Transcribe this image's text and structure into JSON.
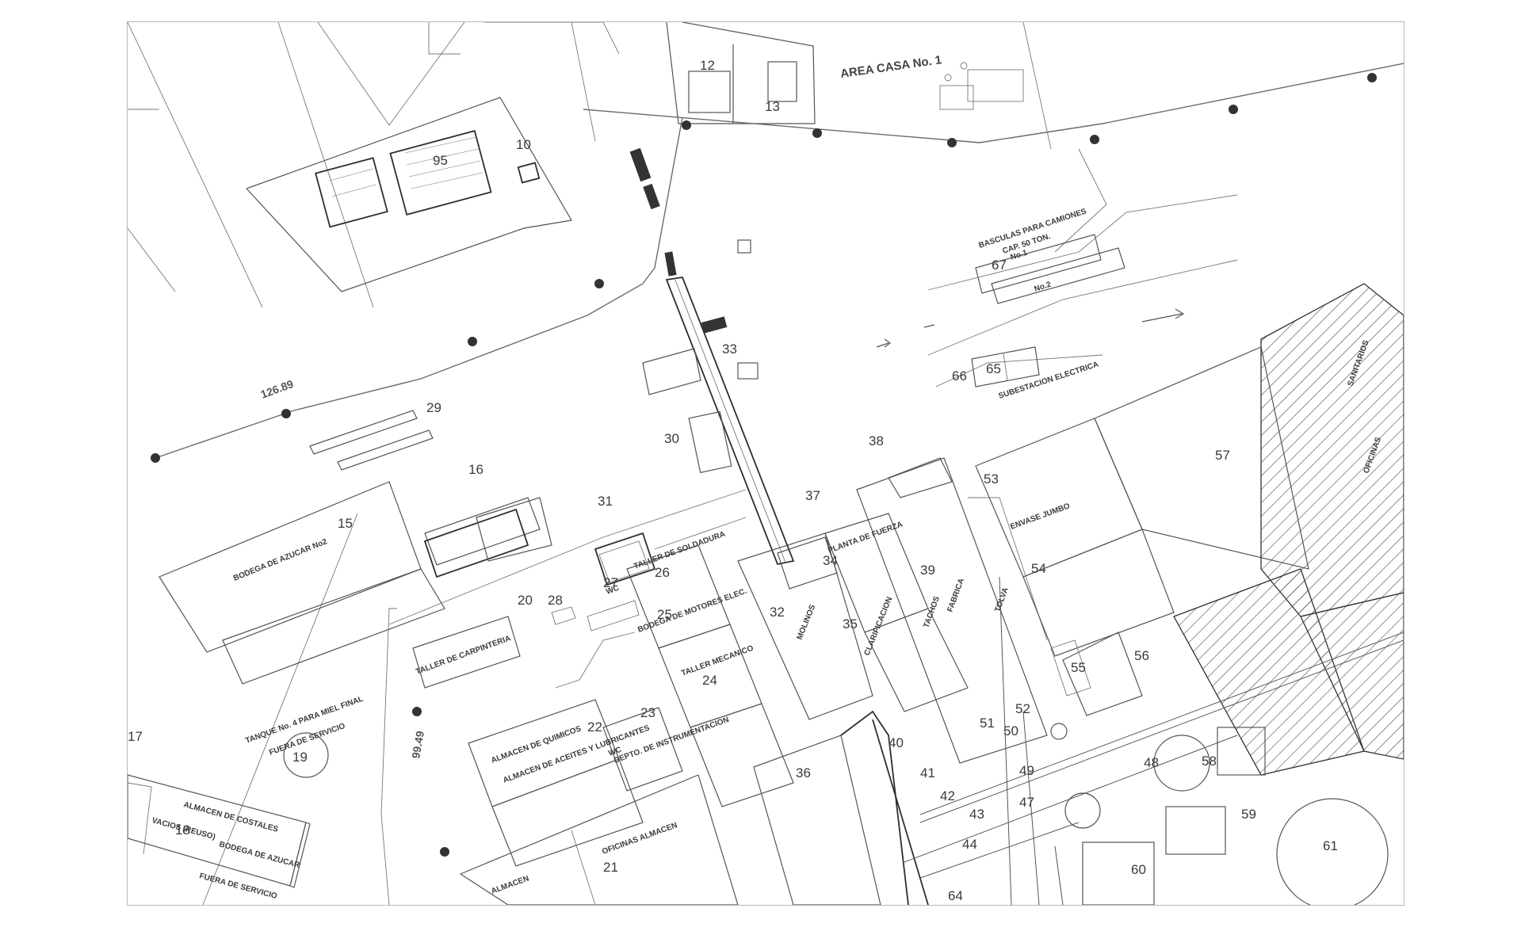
{
  "drawing": {
    "labels": {
      "area_casa": "AREA CASA No. 1",
      "basculas": "BASCULAS PARA CAMIONES",
      "cap": "CAP. 50 TON.",
      "no1": "No.1",
      "no2": "No.2",
      "subestacion": "SUBESTACION ELECTRICA",
      "bodega_azucar_2": "BODEGA DE AZUCAR No2",
      "bodega_azucar": "BODEGA DE AZUCAR",
      "taller_carpinteria": "TALLER DE CARPINTERIA",
      "taller_soldadura": "TALLER DE SOLDADURA",
      "bodega_motores": "BODEGA DE MOTORES ELEC.",
      "taller_mecanico": "TALLER MECANICO",
      "molinos": "MOLINOS",
      "planta_fuerza": "PLANTA DE FUERZA",
      "clarificacion": "CLARIFICACION",
      "fabrica": "FABRICA",
      "tachos": "TACHOS",
      "envase_jumbo": "ENVASE JUMBO",
      "almacen_quimicos": "ALMACEN DE QUIMICOS",
      "almacen_aceites": "ALMACEN DE ACEITES Y LUBRICANTES",
      "depto_instrumentacion": "DEPTO. DE INSTRUMENTACION",
      "tanque_4": "TANQUE No. 4 PARA MIEL FINAL",
      "fuera_servicio": "FUERA DE SERVICIO",
      "almacen_costales": "ALMACEN DE COSTALES",
      "vacios": "VACIOS (REUSO)",
      "oficinas_almacen": "OFICINAS ALMACEN",
      "almacen": "ALMACEN",
      "sanitarios": "SANITARIOS",
      "oficinas": "OFICINAS",
      "wc": "WC",
      "dim_126": "126.89",
      "dim_99": "99.49",
      "tolva": "TOLVA"
    },
    "numbers": [
      "10",
      "12",
      "13",
      "15",
      "16",
      "17",
      "18",
      "19",
      "20",
      "21",
      "22",
      "23",
      "24",
      "25",
      "26",
      "27",
      "28",
      "29",
      "30",
      "31",
      "32",
      "33",
      "34",
      "35",
      "36",
      "37",
      "38",
      "39",
      "40",
      "41",
      "42",
      "43",
      "44",
      "47",
      "48",
      "49",
      "50",
      "51",
      "52",
      "53",
      "54",
      "55",
      "56",
      "57",
      "58",
      "59",
      "60",
      "61",
      "64",
      "65",
      "66",
      "67",
      "95"
    ]
  }
}
